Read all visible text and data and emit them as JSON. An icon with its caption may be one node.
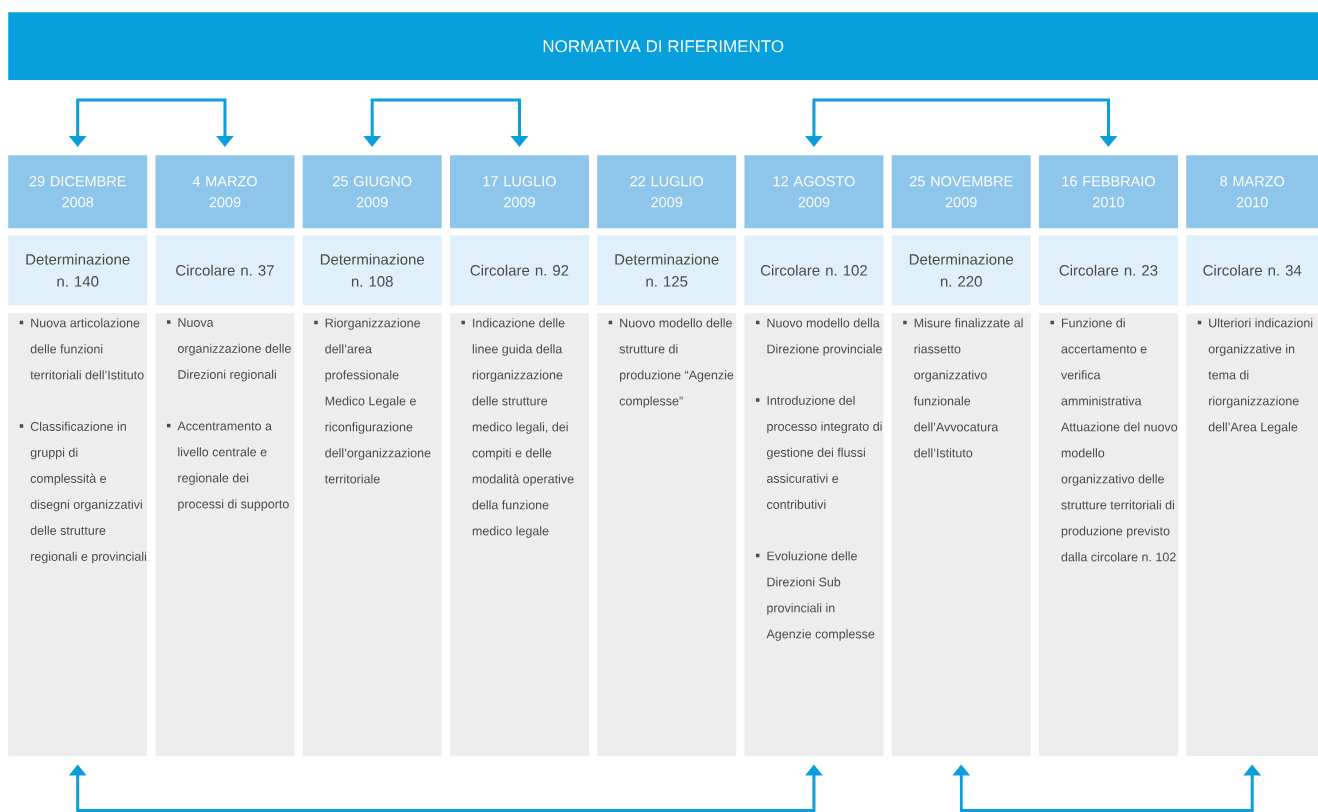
{
  "diagram": {
    "nodes": [
      {
        "text": [
          "NORMATIVA DI RIFERIMENTO"
        ]
      },
      {
        "text": [
          "29 DICEMBRE 2008"
        ]
      },
      {
        "text": [
          "4 MARZO 2009"
        ]
      },
      {
        "text": [
          "25 GIUGNO 2009"
        ]
      },
      {
        "text": [
          "17 LUGLIO 2009"
        ]
      },
      {
        "text": [
          "22 LUGLIO 2009"
        ]
      },
      {
        "text": [
          "12 AGOSTO 2009"
        ]
      },
      {
        "text": [
          "25 NOVEMBRE 2009"
        ]
      },
      {
        "text": [
          "16 FEBBRAIO 2010"
        ]
      },
      {
        "text": [
          "8 MARZO 2010"
        ]
      },
      {
        "text": [
          "Determinazione n. 140"
        ]
      },
      {
        "text": [
          "Circolare n. 37"
        ]
      },
      {
        "text": [
          "Determinazione n. 108"
        ]
      },
      {
        "text": [
          "Circolare n. 92"
        ]
      },
      {
        "text": [
          "Determinazione n. 125"
        ]
      },
      {
        "text": [
          "Circolare n. 102"
        ]
      },
      {
        "text": [
          "Determinazione n. 220"
        ]
      },
      {
        "text": [
          "Circolare n. 23"
        ]
      },
      {
        "text": [
          "Circolare n. 34"
        ]
      },
      {
        "text": [
          "Nuova articolazione delle funzioni territoriali dell’Istituto",
          "Classificazione in gruppi di complessità e disegni organizzativi delle strutture regionali e provinciali"
        ]
      },
      {
        "text": [
          "Nuova organizzazione delle Direzioni regionali",
          "Accentramento a livello centrale e regionale dei processi di supporto"
        ]
      },
      {
        "text": [
          "Riorganizzazione dell’area professionale Medico Legale e riconfigurazione dell’organizzazione territoriale"
        ]
      },
      {
        "text": [
          "Indicazione delle linee guida della riorganizzazione delle strutture medico legali, dei compiti e delle modalità operative della funzione medico legale"
        ]
      },
      {
        "text": [
          "Nuovo modello delle strutture di produzione “Agenzie complesse”"
        ]
      },
      {
        "text": [
          "Nuovo modello della Direzione provinciale",
          "Introduzione del processo integrato di gestione dei flussi assicurativi e contributivi",
          "Evoluzione delle Direzioni Sub provinciali in Agenzie complesse"
        ]
      },
      {
        "text": [
          "Misure finalizzate al riassetto organizzativo funzionale dell’Avvocatura dell’Istituto"
        ]
      },
      {
        "text": [
          "Funzione di accertamento e verifica amministrativa Attuazione del nuovo modello organizzativo delle strutture territoriali di produzione previsto dalla circolare n. 102"
        ]
      },
      {
        "text": [
          "Ulteriori indicazioni organizzative in tema di riorganizzazione dell’Area Legale"
        ]
      }
    ],
    "edges": [
      {
        "from": 1,
        "to": 2,
        "arrow": "both"
      },
      {
        "from": 3,
        "to": 4,
        "arrow": "both"
      },
      {
        "from": 6,
        "to": 8,
        "arrow": "both"
      },
      {
        "from": 19,
        "to": 24,
        "arrow": "both"
      },
      {
        "from": 25,
        "to": 27,
        "arrow": "both"
      }
    ]
  }
}
